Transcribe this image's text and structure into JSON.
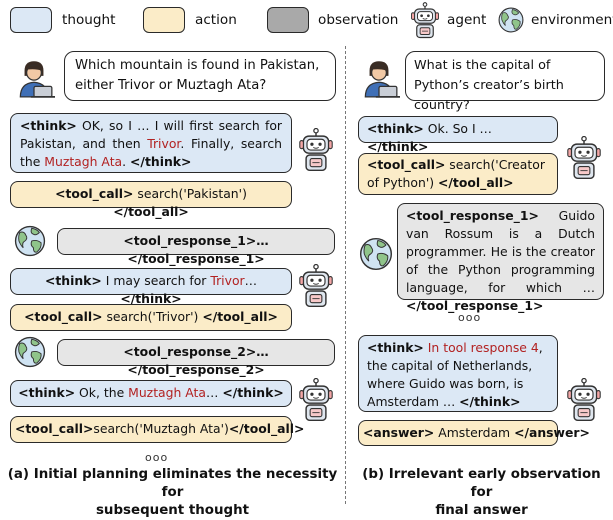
{
  "legend": {
    "thought": "thought",
    "action": "action",
    "observation": "observation",
    "agent": "agent",
    "environment": "environment"
  },
  "colors": {
    "thought": "#dce8f5",
    "action": "#fbecc8",
    "observation": "#e6e6e6",
    "highlight": "#b22222"
  },
  "left": {
    "question": "Which mountain is found in Pakistan, either Trivor or Muztagh Ata?",
    "think1": {
      "open": "<think>",
      "text_a": " OK, so I … I will first search for Pakistan, and then ",
      "red_a": "Trivor",
      "text_b": ". Finally, search the ",
      "red_b": "Muztagh Ata",
      "text_c": ". ",
      "close": "</think>"
    },
    "call1": {
      "open": "<tool_call>",
      "text": " search('Pakistan') ",
      "close": "</tool_all>"
    },
    "resp1": "<tool_response_1>…</tool_response_1>",
    "think2": {
      "open": "<think>",
      "text_a": " I may search for ",
      "red": "Trivor",
      "text_b": "… ",
      "close": "</think>"
    },
    "call2": {
      "open": "<tool_call>",
      "text": " search('Trivor') ",
      "close": "</tool_all>"
    },
    "resp2": "<tool_response_2>…</tool_response_2>",
    "think3": {
      "open": "<think>",
      "text_a": " Ok, the ",
      "red": "Muztagh Ata",
      "text_b": "… ",
      "close": "</think>"
    },
    "call3": {
      "open": "<tool_call>",
      "text": "search('Muztagh Ata')",
      "close": "</tool_all>"
    },
    "dots": "ooo",
    "caption_line1": "(a) Initial planning eliminates the necessity for",
    "caption_line2": "subsequent thought"
  },
  "right": {
    "question": "What is the capital of Python’s creator’s birth country?",
    "think1": {
      "open": "<think>",
      "text": " Ok. So I … ",
      "close": "</think>"
    },
    "call1": {
      "open": "<tool_call>",
      "text": " search('Creator of Python') ",
      "close": "</tool_all>"
    },
    "resp1": {
      "open": "<tool_response_1>",
      "text": " Guido van Rossum is a Dutch programmer. He is the creator of the Python programming language, for which …",
      "close": "</tool_response_1>"
    },
    "dots": "ooo",
    "think2": {
      "open": "<think>",
      "red": " In tool response 4",
      "text": ", the capital of Netherlands, where Guido was born, is Amsterdam … ",
      "close": "</think>"
    },
    "answer": {
      "open": "<answer>",
      "text": " Amsterdam ",
      "close": "</answer>"
    },
    "caption_line1": "(b) Irrelevant early observation for",
    "caption_line2": "final answer"
  }
}
